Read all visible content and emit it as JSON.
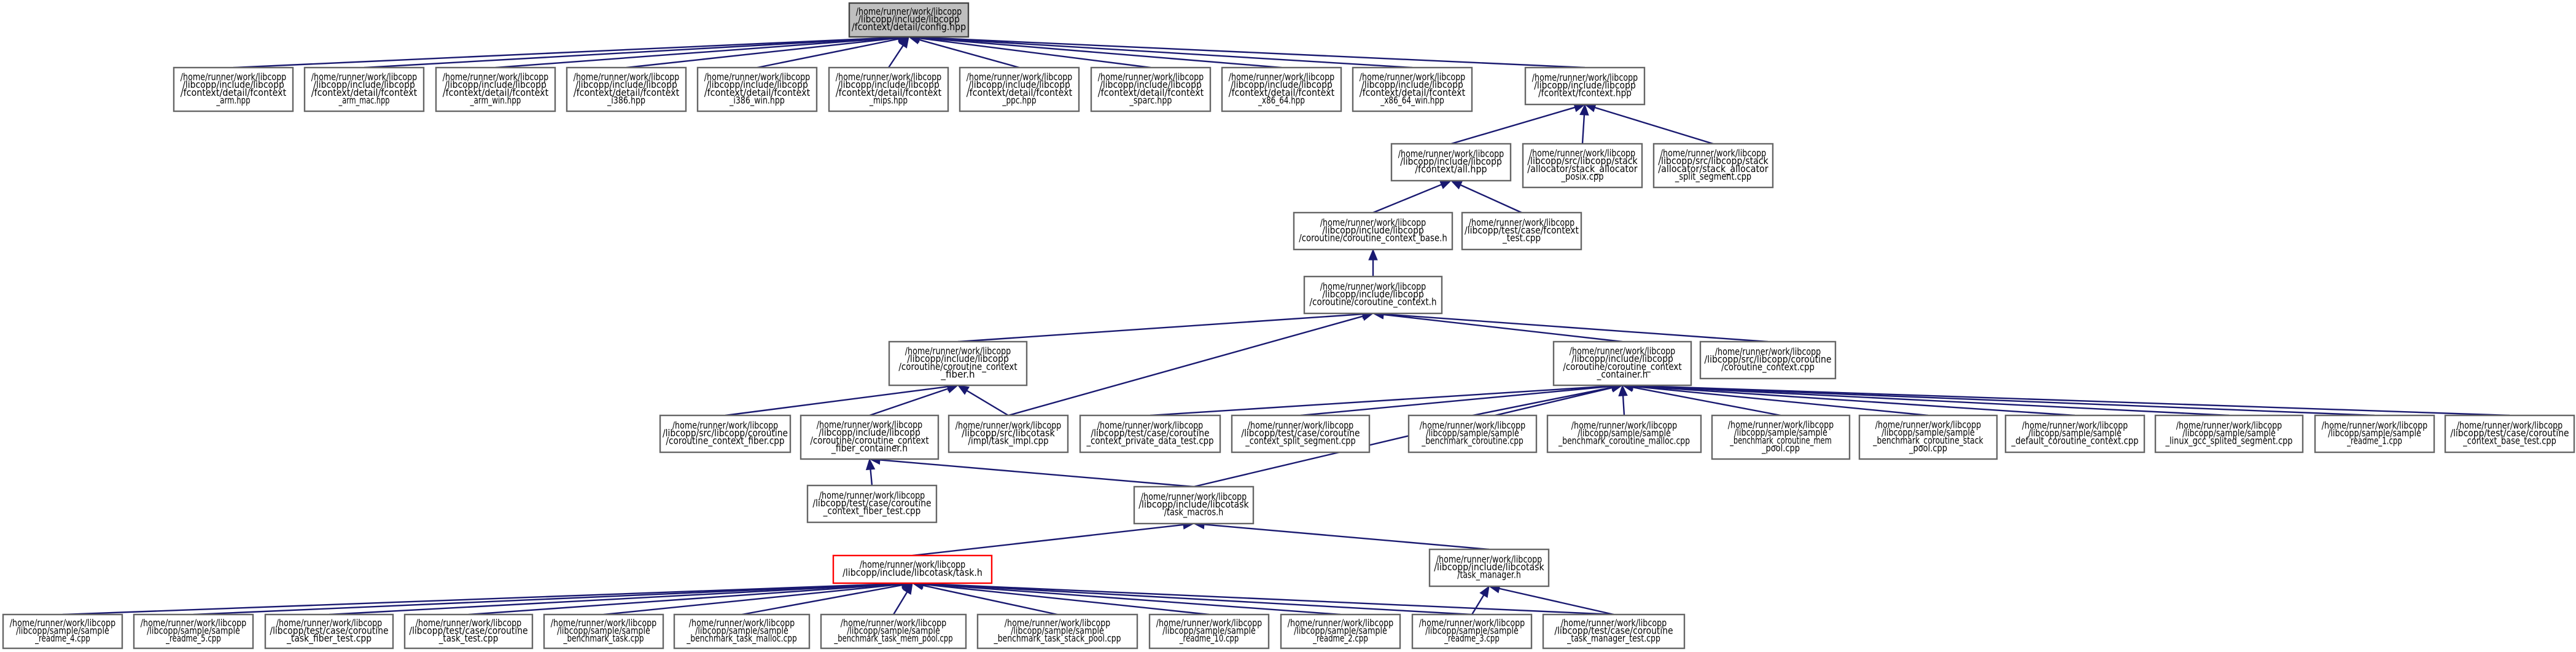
{
  "colors": {
    "edge": "#191970",
    "node_border": "#666666",
    "root_fill": "#bfbfbf",
    "highlight_border": "#ff0000"
  },
  "nodes": {
    "config": {
      "lines": [
        "/home/runner/work/libcopp",
        "/libcopp/include/libcopp",
        "/fcontext/detail/config.hpp"
      ]
    },
    "arm": {
      "lines": [
        "/home/runner/work/libcopp",
        "/libcopp/include/libcopp",
        "/fcontext/detail/fcontext",
        "_arm.hpp"
      ]
    },
    "arm_mac": {
      "lines": [
        "/home/runner/work/libcopp",
        "/libcopp/include/libcopp",
        "/fcontext/detail/fcontext",
        "_arm_mac.hpp"
      ]
    },
    "arm_win": {
      "lines": [
        "/home/runner/work/libcopp",
        "/libcopp/include/libcopp",
        "/fcontext/detail/fcontext",
        "_arm_win.hpp"
      ]
    },
    "i386": {
      "lines": [
        "/home/runner/work/libcopp",
        "/libcopp/include/libcopp",
        "/fcontext/detail/fcontext",
        "_i386.hpp"
      ]
    },
    "i386_win": {
      "lines": [
        "/home/runner/work/libcopp",
        "/libcopp/include/libcopp",
        "/fcontext/detail/fcontext",
        "_i386_win.hpp"
      ]
    },
    "mips": {
      "lines": [
        "/home/runner/work/libcopp",
        "/libcopp/include/libcopp",
        "/fcontext/detail/fcontext",
        "_mips.hpp"
      ]
    },
    "ppc": {
      "lines": [
        "/home/runner/work/libcopp",
        "/libcopp/include/libcopp",
        "/fcontext/detail/fcontext",
        "_ppc.hpp"
      ]
    },
    "sparc": {
      "lines": [
        "/home/runner/work/libcopp",
        "/libcopp/include/libcopp",
        "/fcontext/detail/fcontext",
        "_sparc.hpp"
      ]
    },
    "x86_64": {
      "lines": [
        "/home/runner/work/libcopp",
        "/libcopp/include/libcopp",
        "/fcontext/detail/fcontext",
        "_x86_64.hpp"
      ]
    },
    "x86_64_win": {
      "lines": [
        "/home/runner/work/libcopp",
        "/libcopp/include/libcopp",
        "/fcontext/detail/fcontext",
        "_x86_64_win.hpp"
      ]
    },
    "fcontext": {
      "lines": [
        "/home/runner/work/libcopp",
        "/libcopp/include/libcopp",
        "/fcontext/fcontext.hpp"
      ]
    },
    "all": {
      "lines": [
        "/home/runner/work/libcopp",
        "/libcopp/include/libcopp",
        "/fcontext/all.hpp"
      ]
    },
    "stack_posix": {
      "lines": [
        "/home/runner/work/libcopp",
        "/libcopp/src/libcopp/stack",
        "/allocator/stack_allocator",
        "_posix.cpp"
      ]
    },
    "stack_split": {
      "lines": [
        "/home/runner/work/libcopp",
        "/libcopp/src/libcopp/stack",
        "/allocator/stack_allocator",
        "_split_segment.cpp"
      ]
    },
    "ctx_base": {
      "lines": [
        "/home/runner/work/libcopp",
        "/libcopp/include/libcopp",
        "/coroutine/coroutine_context_base.h"
      ]
    },
    "fcontext_test": {
      "lines": [
        "/home/runner/work/libcopp",
        "/libcopp/test/case/fcontext",
        "_test.cpp"
      ]
    },
    "ctx": {
      "lines": [
        "/home/runner/work/libcopp",
        "/libcopp/include/libcopp",
        "/coroutine/coroutine_context.h"
      ]
    },
    "ctx_fiber": {
      "lines": [
        "/home/runner/work/libcopp",
        "/libcopp/include/libcopp",
        "/coroutine/coroutine_context",
        "_fiber.h"
      ]
    },
    "ctx_container": {
      "lines": [
        "/home/runner/work/libcopp",
        "/libcopp/include/libcopp",
        "/coroutine/coroutine_context",
        "_container.h"
      ]
    },
    "ctx_cpp": {
      "lines": [
        "/home/runner/work/libcopp",
        "/libcopp/src/libcopp/coroutine",
        "/coroutine_context.cpp"
      ]
    },
    "ctx_fiber_cpp": {
      "lines": [
        "/home/runner/work/libcopp",
        "/libcopp/src/libcopp/coroutine",
        "/coroutine_context_fiber.cpp"
      ]
    },
    "fiber_container": {
      "lines": [
        "/home/runner/work/libcopp",
        "/libcopp/include/libcopp",
        "/coroutine/coroutine_context",
        "_fiber_container.h"
      ]
    },
    "task_impl": {
      "lines": [
        "/home/runner/work/libcopp",
        "/libcopp/src/libcotask",
        "/impl/task_impl.cpp"
      ]
    },
    "private_data_test": {
      "lines": [
        "/home/runner/work/libcopp",
        "/libcopp/test/case/coroutine",
        "_context_private_data_test.cpp"
      ]
    },
    "split_segment": {
      "lines": [
        "/home/runner/work/libcopp",
        "/libcopp/test/case/coroutine",
        "_context_split_segment.cpp"
      ]
    },
    "bench_coroutine": {
      "lines": [
        "/home/runner/work/libcopp",
        "/libcopp/sample/sample",
        "_benchmark_coroutine.cpp"
      ]
    },
    "bench_coroutine_malloc": {
      "lines": [
        "/home/runner/work/libcopp",
        "/libcopp/sample/sample",
        "_benchmark_coroutine_malloc.cpp"
      ]
    },
    "bench_mem_pool": {
      "lines": [
        "/home/runner/work/libcopp",
        "/libcopp/sample/sample",
        "_benchmark_coroutine_mem",
        "_pool.cpp"
      ]
    },
    "bench_stack_pool": {
      "lines": [
        "/home/runner/work/libcopp",
        "/libcopp/sample/sample",
        "_benchmark_coroutine_stack",
        "_pool.cpp"
      ]
    },
    "default_ctx": {
      "lines": [
        "/home/runner/work/libcopp",
        "/libcopp/sample/sample",
        "_default_coroutine_context.cpp"
      ]
    },
    "linux_gcc": {
      "lines": [
        "/home/runner/work/libcopp",
        "/libcopp/sample/sample",
        "_linux_gcc_splited_segment.cpp"
      ]
    },
    "readme_1": {
      "lines": [
        "/home/runner/work/libcopp",
        "/libcopp/sample/sample",
        "_readme_1.cpp"
      ]
    },
    "ctx_base_test": {
      "lines": [
        "/home/runner/work/libcopp",
        "/libcopp/test/case/coroutine",
        "_context_base_test.cpp"
      ]
    },
    "fiber_test": {
      "lines": [
        "/home/runner/work/libcopp",
        "/libcopp/test/case/coroutine",
        "_context_fiber_test.cpp"
      ]
    },
    "task_macros": {
      "lines": [
        "/home/runner/work/libcopp",
        "/libcopp/include/libcotask",
        "/task_macros.h"
      ]
    },
    "task_h": {
      "lines": [
        "/home/runner/work/libcopp",
        "/libcopp/include/libcotask/task.h"
      ]
    },
    "task_manager": {
      "lines": [
        "/home/runner/work/libcopp",
        "/libcopp/include/libcotask",
        "/task_manager.h"
      ]
    },
    "readme_4": {
      "lines": [
        "/home/runner/work/libcopp",
        "/libcopp/sample/sample",
        "_readme_4.cpp"
      ]
    },
    "readme_5": {
      "lines": [
        "/home/runner/work/libcopp",
        "/libcopp/sample/sample",
        "_readme_5.cpp"
      ]
    },
    "task_fiber_test": {
      "lines": [
        "/home/runner/work/libcopp",
        "/libcopp/test/case/coroutine",
        "_task_fiber_test.cpp"
      ]
    },
    "task_test": {
      "lines": [
        "/home/runner/work/libcopp",
        "/libcopp/test/case/coroutine",
        "_task_test.cpp"
      ]
    },
    "bench_task": {
      "lines": [
        "/home/runner/work/libcopp",
        "/libcopp/sample/sample",
        "_benchmark_task.cpp"
      ]
    },
    "bench_task_malloc": {
      "lines": [
        "/home/runner/work/libcopp",
        "/libcopp/sample/sample",
        "_benchmark_task_malloc.cpp"
      ]
    },
    "bench_task_mem_pool": {
      "lines": [
        "/home/runner/work/libcopp",
        "/libcopp/sample/sample",
        "_benchmark_task_mem_pool.cpp"
      ]
    },
    "bench_task_stack_pool": {
      "lines": [
        "/home/runner/work/libcopp",
        "/libcopp/sample/sample",
        "_benchmark_task_stack_pool.cpp"
      ]
    },
    "readme_10": {
      "lines": [
        "/home/runner/work/libcopp",
        "/libcopp/sample/sample",
        "_readme_10.cpp"
      ]
    },
    "readme_2": {
      "lines": [
        "/home/runner/work/libcopp",
        "/libcopp/sample/sample",
        "_readme_2.cpp"
      ]
    },
    "readme_3": {
      "lines": [
        "/home/runner/work/libcopp",
        "/libcopp/sample/sample",
        "_readme_3.cpp"
      ]
    },
    "task_manager_test": {
      "lines": [
        "/home/runner/work/libcopp",
        "/libcopp/test/case/coroutine",
        "_task_manager_test.cpp"
      ]
    }
  },
  "edges": [
    [
      "arm",
      "config"
    ],
    [
      "arm_mac",
      "config"
    ],
    [
      "arm_win",
      "config"
    ],
    [
      "i386",
      "config"
    ],
    [
      "i386_win",
      "config"
    ],
    [
      "mips",
      "config"
    ],
    [
      "ppc",
      "config"
    ],
    [
      "sparc",
      "config"
    ],
    [
      "x86_64",
      "config"
    ],
    [
      "x86_64_win",
      "config"
    ],
    [
      "fcontext",
      "config"
    ],
    [
      "all",
      "fcontext"
    ],
    [
      "stack_posix",
      "fcontext"
    ],
    [
      "stack_split",
      "fcontext"
    ],
    [
      "ctx_base",
      "all"
    ],
    [
      "fcontext_test",
      "all"
    ],
    [
      "ctx",
      "ctx_base"
    ],
    [
      "ctx_fiber",
      "ctx"
    ],
    [
      "ctx_container",
      "ctx"
    ],
    [
      "ctx_cpp",
      "ctx"
    ],
    [
      "task_impl",
      "ctx"
    ],
    [
      "ctx_fiber_cpp",
      "ctx_fiber"
    ],
    [
      "fiber_container",
      "ctx_fiber"
    ],
    [
      "task_impl",
      "ctx_fiber"
    ],
    [
      "private_data_test",
      "ctx_container"
    ],
    [
      "split_segment",
      "ctx_container"
    ],
    [
      "bench_coroutine",
      "ctx_container"
    ],
    [
      "bench_coroutine_malloc",
      "ctx_container"
    ],
    [
      "bench_mem_pool",
      "ctx_container"
    ],
    [
      "bench_stack_pool",
      "ctx_container"
    ],
    [
      "default_ctx",
      "ctx_container"
    ],
    [
      "linux_gcc",
      "ctx_container"
    ],
    [
      "readme_1",
      "ctx_container"
    ],
    [
      "ctx_base_test",
      "ctx_container"
    ],
    [
      "task_macros",
      "ctx_container"
    ],
    [
      "fiber_test",
      "fiber_container"
    ],
    [
      "task_macros",
      "fiber_container"
    ],
    [
      "task_h",
      "task_macros"
    ],
    [
      "task_manager",
      "task_macros"
    ],
    [
      "readme_4",
      "task_h"
    ],
    [
      "readme_5",
      "task_h"
    ],
    [
      "task_fiber_test",
      "task_h"
    ],
    [
      "task_test",
      "task_h"
    ],
    [
      "bench_task",
      "task_h"
    ],
    [
      "bench_task_malloc",
      "task_h"
    ],
    [
      "bench_task_mem_pool",
      "task_h"
    ],
    [
      "bench_task_stack_pool",
      "task_h"
    ],
    [
      "readme_10",
      "task_h"
    ],
    [
      "readme_2",
      "task_h"
    ],
    [
      "readme_3",
      "task_h"
    ],
    [
      "task_manager_test",
      "task_h"
    ],
    [
      "readme_3",
      "task_manager"
    ],
    [
      "task_manager_test",
      "task_manager"
    ]
  ]
}
